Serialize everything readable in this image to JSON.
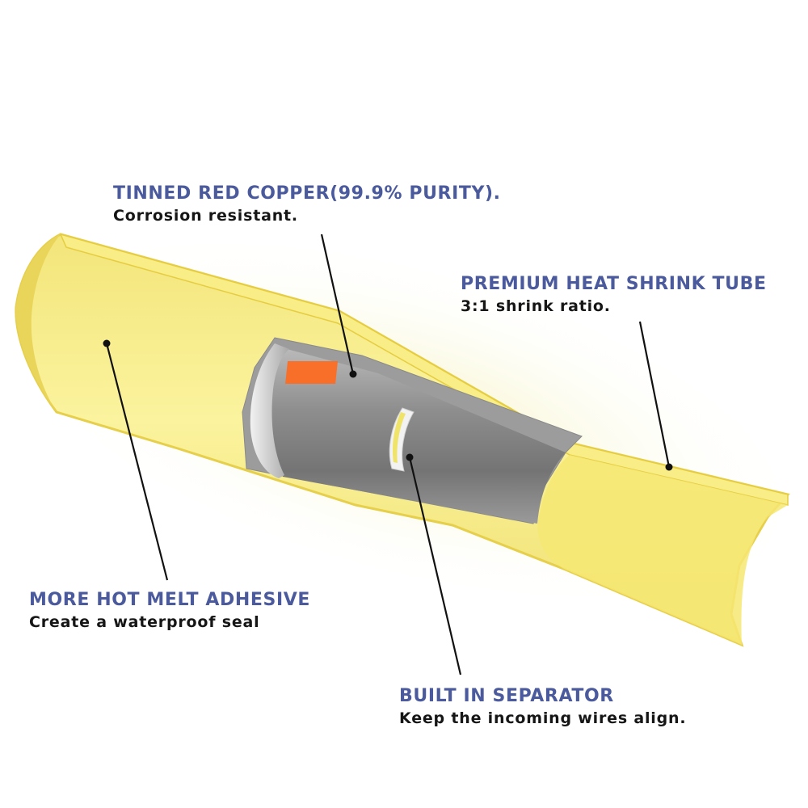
{
  "colors": {
    "title_blue": "#4a5a9c",
    "desc_text": "#161616",
    "tube_yellow": "#f7ec8a",
    "tube_edge": "#ecd54a",
    "metal_gray": "#8d8d8d",
    "copper_orange": "#ff6a1f",
    "leader_line": "#111111"
  },
  "callouts": {
    "copper": {
      "title": "TINNED RED COPPER(99.9% PURITY).",
      "desc": "Corrosion resistant."
    },
    "tube": {
      "title": "PREMIUM HEAT SHRINK TUBE",
      "desc": "3:1 shrink ratio."
    },
    "adhesive": {
      "title": "MORE HOT MELT ADHESIVE",
      "desc": "Create a waterproof seal"
    },
    "separator": {
      "title": "BUILT IN SEPARATOR",
      "desc": "Keep the incoming wires align."
    }
  }
}
